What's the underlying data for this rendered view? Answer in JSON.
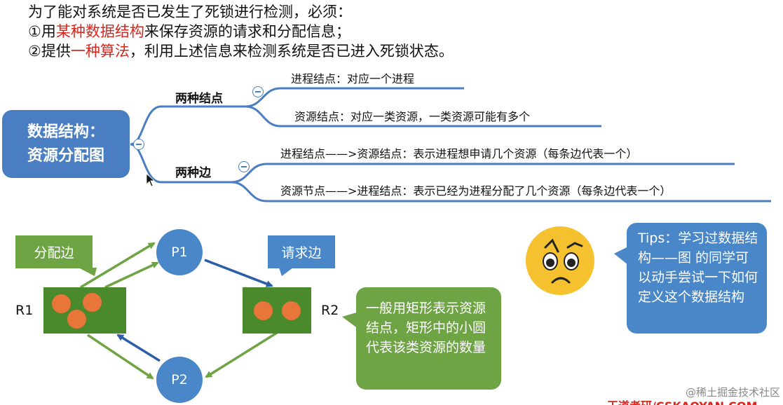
{
  "intro": {
    "line1": "为了能对系统是否已发生了死锁进行检测，必须：",
    "line2_prefix": "①用",
    "line2_highlight": "某种数据结构",
    "line2_suffix": "来保存资源的请求和分配信息；",
    "line3_prefix": "②提供",
    "line3_highlight": "一种算法",
    "line3_suffix": "，利用上述信息来检测系统是否已进入死锁状态。"
  },
  "mindmap": {
    "root_line1": "数据结构：",
    "root_line2": "资源分配图",
    "branch_nodes": "两种结点",
    "leaf_process_node": "进程结点：对应一个进程",
    "leaf_resource_node": "资源结点：对应一类资源，一类资源可能有多个",
    "branch_edges": "两种边",
    "leaf_request_edge": "进程结点——>资源结点：表示进程想申请几个资源（每条边代表一个）",
    "leaf_assign_edge": "资源节点——>进程结点：表示已经为进程分配了几个资源（每条边代表一个）"
  },
  "diagram": {
    "assign_edge_label": "分配边",
    "request_edge_label": "请求边",
    "p1": "P1",
    "p2": "P2",
    "r1": "R1",
    "r2": "R2",
    "r1_units": 3,
    "r2_units": 2,
    "note": "一般用矩形表示资源结点，矩形中的小圆代表该类资源的数量"
  },
  "tips": {
    "text": "Tips：学习过数据结构——图 的同学可以动手尝试一下如何定义这个数据结构"
  },
  "watermark": {
    "site": "@稀土掘金技术社区",
    "brand": "王道考研/CSKAOYAN.COM"
  },
  "colors": {
    "accent_blue": "#4a7ec2",
    "highlight_red": "#d9261c",
    "green": "#6fa445",
    "resource_green": "#4a8a2c",
    "unit_orange": "#e8763a"
  }
}
